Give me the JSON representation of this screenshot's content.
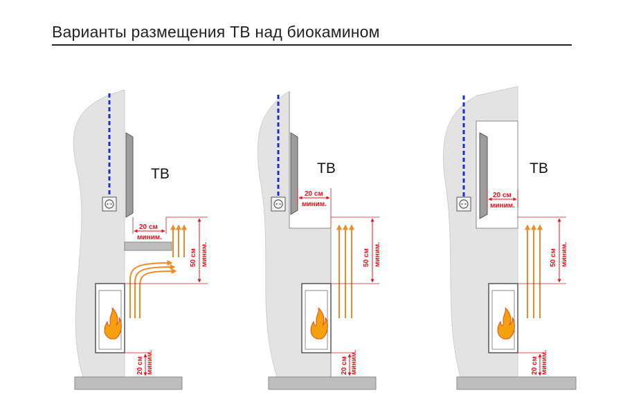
{
  "title": "Варианты размещения ТВ над биокамином",
  "colors": {
    "wall": "#e3e3e3",
    "outline": "#8a8a8a",
    "tv": "#9c9c9c",
    "dimension": "#e0121b",
    "cable": "#1a2fc9",
    "heat_flow": "#f08a24",
    "flame": "#f5a10f",
    "floor": "#bdbdbd"
  },
  "icons": [
    "power-socket-icon",
    "flame-icon",
    "heat-arrow-icon",
    "tv-icon",
    "cable-icon"
  ],
  "variants": [
    {
      "tv_label": "ТВ",
      "dim_top_value": "20 см",
      "dim_top_note": "миним.",
      "dim_vertical_value": "50 см",
      "dim_vertical_note": "миним.",
      "dim_bottom_value": "20 см",
      "dim_bottom_note": "миним."
    },
    {
      "tv_label": "ТВ",
      "dim_top_value": "20 см",
      "dim_top_note": "миним.",
      "dim_vertical_value": "50 см",
      "dim_vertical_note": "миним.",
      "dim_bottom_value": "20 см",
      "dim_bottom_note": "миним."
    },
    {
      "tv_label": "ТВ",
      "dim_top_value": "20 см",
      "dim_top_note": "миним.",
      "dim_vertical_value": "50 см",
      "dim_vertical_note": "миним.",
      "dim_bottom_value": "20 см",
      "dim_bottom_note": "миним."
    }
  ]
}
